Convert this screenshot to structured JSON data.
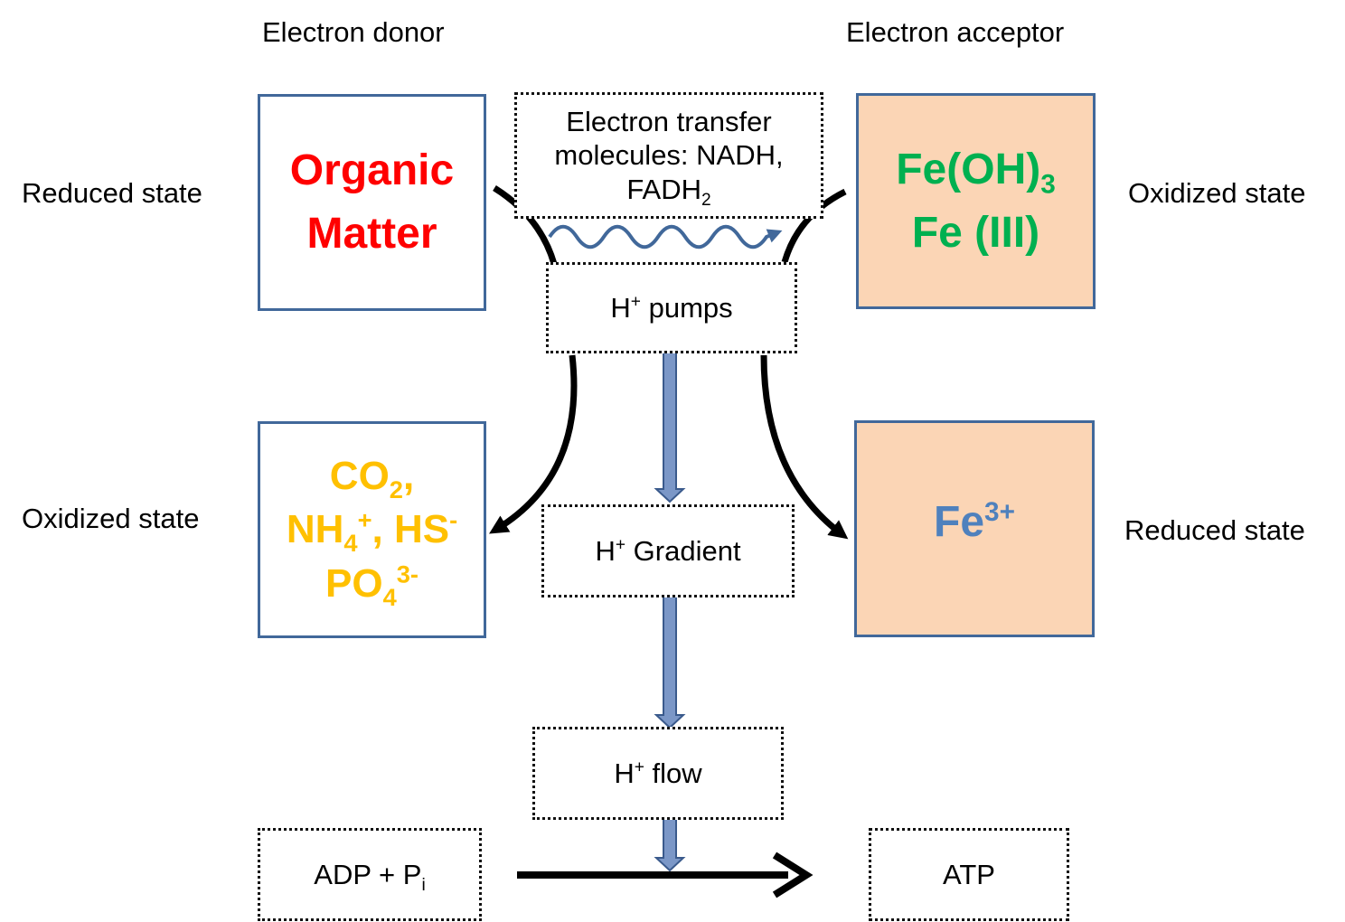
{
  "headers": {
    "donor": "Electron donor",
    "acceptor": "Electron acceptor"
  },
  "side_labels": {
    "top_left": "Reduced state",
    "mid_left": "Oxidized state",
    "top_right": "Oxidized state",
    "mid_right": "Reduced state"
  },
  "donor_top": {
    "line1": "Organic",
    "line2": "Matter",
    "color": "#ff0000"
  },
  "donor_bottom": {
    "co": "CO",
    "co_sub": "2",
    "co_tail": ",",
    "nh": "NH",
    "nh_sub": "4",
    "nh_sup": "+",
    "hs": ", HS",
    "hs_sup": "-",
    "po": "PO",
    "po_sub": "4",
    "po_sup": "3-",
    "color": "#ffc000"
  },
  "acceptor_top": {
    "fe_oh": "Fe(OH)",
    "fe_oh_sub": "3",
    "fe_iii": "Fe (III)",
    "color": "#00b050",
    "fill": "#fbd5b5"
  },
  "acceptor_bottom": {
    "fe": "Fe",
    "fe_sup": "3+",
    "color": "#4f81bd",
    "fill": "#fbd5b5"
  },
  "transfer": {
    "line1": "Electron transfer",
    "line2": "molecules: NADH,",
    "line3": "FADH",
    "line3_sub": "2"
  },
  "pumps": {
    "h": "H",
    "sup": "+",
    "rest": " pumps"
  },
  "gradient": {
    "h": "H",
    "sup": "+",
    "rest": " Gradient"
  },
  "flow": {
    "h": "H",
    "sup": "+",
    "rest": " flow"
  },
  "adp": {
    "text": "ADP + P",
    "sub": "i"
  },
  "atp": {
    "text": "ATP"
  },
  "colors": {
    "box_border": "#41689a",
    "block_arrow_fill": "#7b97c7",
    "block_arrow_stroke": "#3a5a8c",
    "wavy_arrow": "#41689a",
    "curve_arrow": "#000000"
  }
}
